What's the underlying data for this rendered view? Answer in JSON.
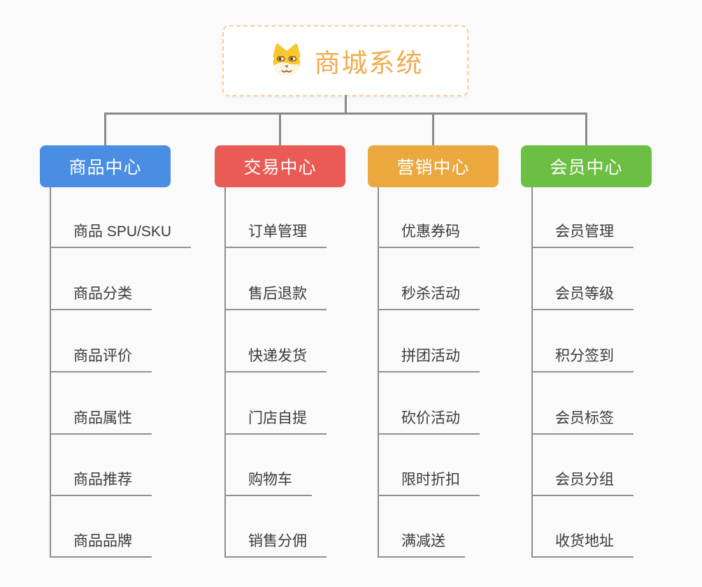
{
  "root": {
    "title": "商城系统",
    "icon": "dog-face-icon",
    "title_color": "#f2ac4e",
    "border_color": "#f6d092"
  },
  "style": {
    "background": "#fafafa",
    "connector_color": "#8a8a8a",
    "underline_color": "#919191",
    "child_text_color": "#3b3b3b"
  },
  "branches": [
    {
      "label": "商品中心",
      "color": "#4a8ee4",
      "children": [
        "商品 SPU/SKU",
        "商品分类",
        "商品评价",
        "商品属性",
        "商品推荐",
        "商品品牌"
      ]
    },
    {
      "label": "交易中心",
      "color": "#ea5b55",
      "children": [
        "订单管理",
        "售后退款",
        "快递发货",
        "门店自提",
        "购物车",
        "销售分佣"
      ]
    },
    {
      "label": "营销中心",
      "color": "#eaa83e",
      "children": [
        "优惠券码",
        "秒杀活动",
        "拼团活动",
        "砍价活动",
        "限时折扣",
        "满减送"
      ]
    },
    {
      "label": "会员中心",
      "color": "#6dbf44",
      "children": [
        "会员管理",
        "会员等级",
        "积分签到",
        "会员标签",
        "会员分组",
        "收货地址"
      ]
    }
  ]
}
